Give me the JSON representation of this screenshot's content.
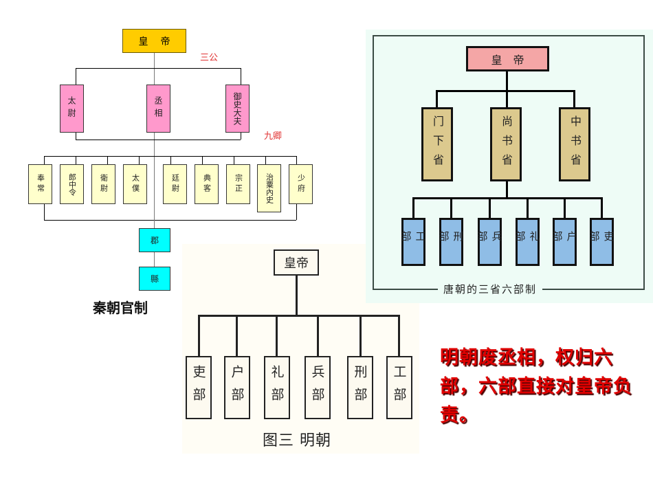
{
  "qin": {
    "title": "秦朝官制",
    "emperor": "皇帝",
    "sangong_label": "三公",
    "jiuqing_label": "九卿",
    "sangong": [
      "太尉",
      "丞相",
      "御史大夫"
    ],
    "jiuqing": [
      "奉常",
      "郎中令",
      "衛尉",
      "太僕",
      "廷尉",
      "典客",
      "宗正",
      "治粟內史",
      "少府"
    ],
    "local": [
      "郡",
      "縣"
    ],
    "colors": {
      "emperor": "#ffcc00",
      "sangong": "#ff99cc",
      "jiuqing": "#ffffcc",
      "local": "#00ffff",
      "label": "#e03030"
    }
  },
  "tang": {
    "caption": "唐朝的三省六部制",
    "emperor": "皇帝",
    "sansheng": [
      "门下省",
      "尚书省",
      "中书省"
    ],
    "liubu": [
      "工部",
      "刑部",
      "兵部",
      "礼部",
      "户部",
      "吏部"
    ],
    "colors": {
      "emperor": "#f4a6a6",
      "sansheng": "#dcc98e",
      "liubu": "#8fbde6",
      "background": "#eefcf6"
    }
  },
  "ming": {
    "caption": "图三 明朝",
    "emperor": "皇帝",
    "liubu": [
      "吏部",
      "户部",
      "礼部",
      "兵部",
      "刑部",
      "工部"
    ]
  },
  "note": {
    "text": " 明朝废丞相，权归六部，六部直接对皇帝负责。",
    "color": "#e00000"
  }
}
